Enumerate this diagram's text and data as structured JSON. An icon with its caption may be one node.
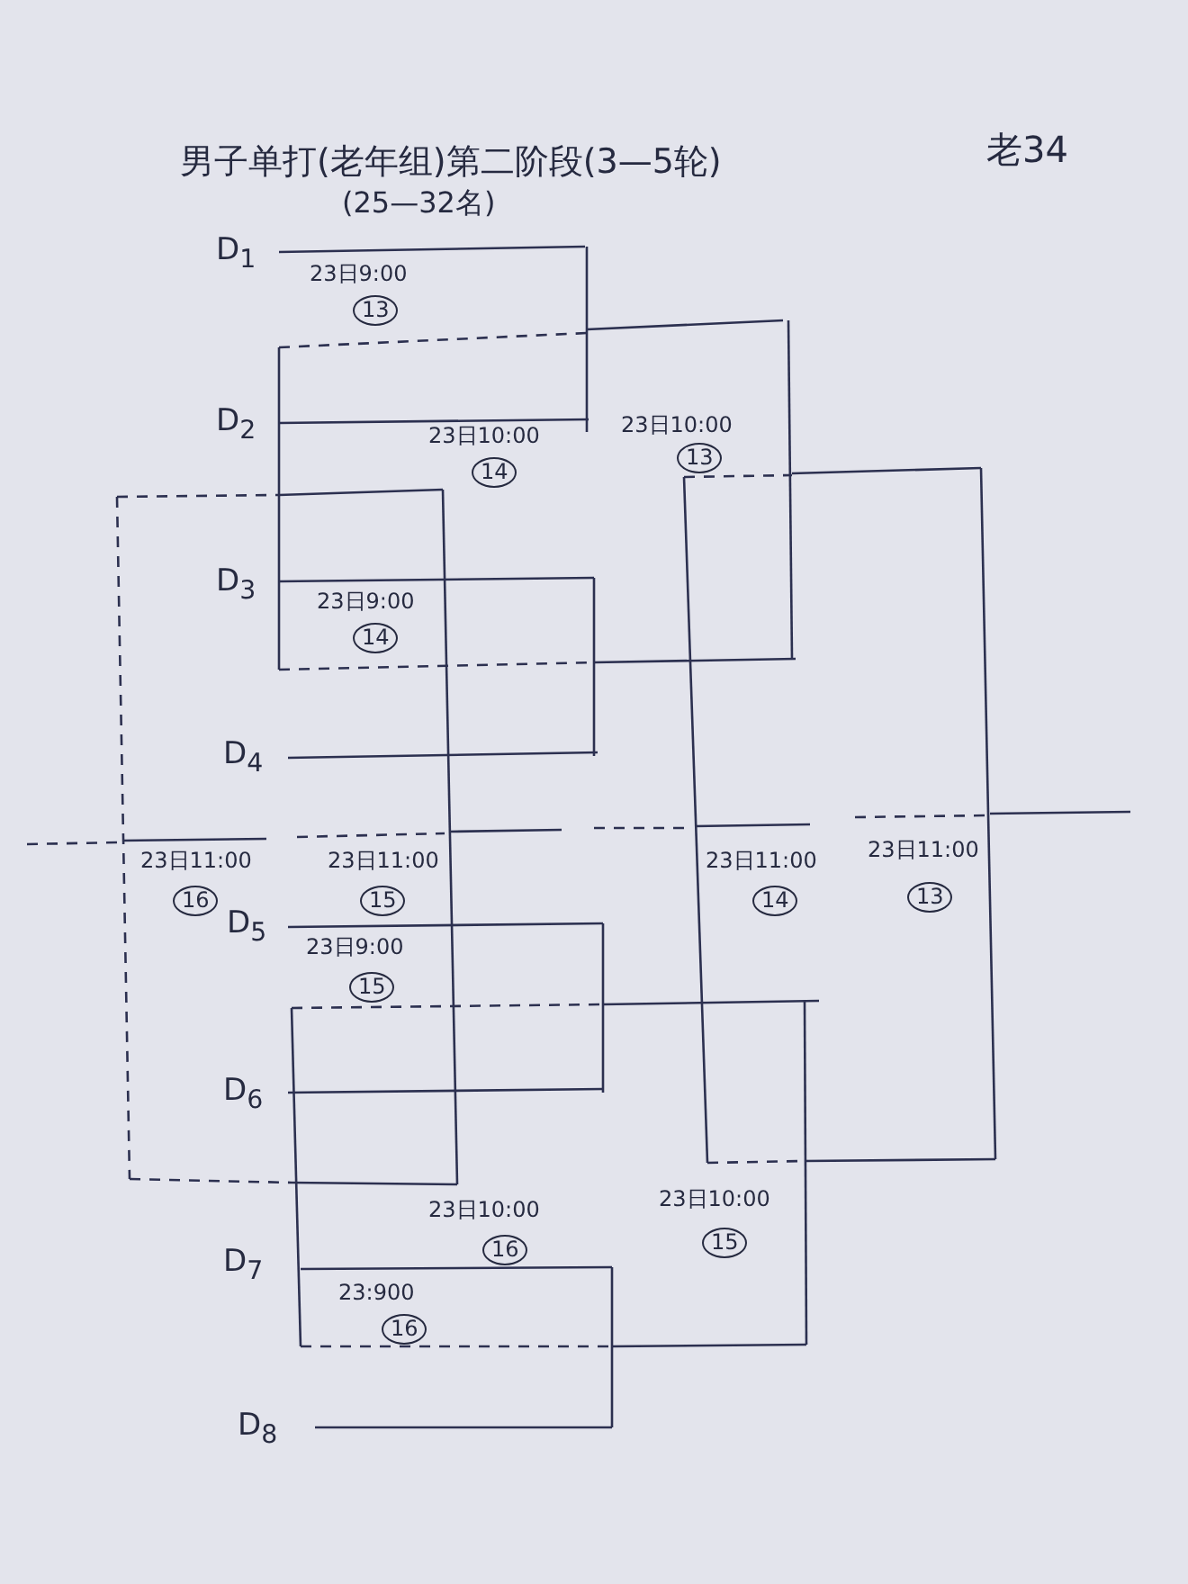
{
  "diagram": {
    "title": "男子单打(老年组)第二阶段(3—5轮)",
    "labels": [
      "(25—32名)",
      "老34",
      "D$_{1}$",
      "23日9:00",
      "13",
      "D$_{2}$",
      "23日10:00",
      "14",
      "23日10:00",
      "13",
      "D$_{3}$",
      "23日9:00",
      "14",
      "D$_{4}$",
      "23日11:00",
      "16",
      "23日11:00",
      "15",
      "23日11:00",
      "14",
      "23日11:00",
      "13",
      "D$_{5}$",
      "23日9:00",
      "15",
      "D$_{6}$",
      "D$_{7}$",
      "23日10:00",
      "16",
      "23日10:00",
      "15",
      "23:900",
      "16",
      "D$_{8}$"
    ]
  }
}
